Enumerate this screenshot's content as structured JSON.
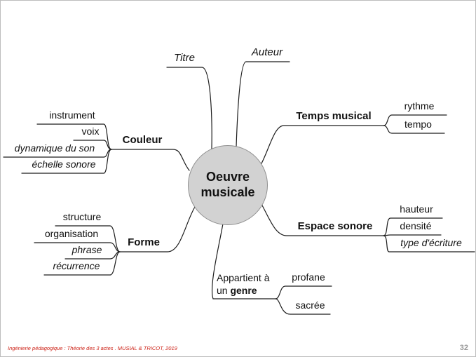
{
  "mindmap": {
    "center": {
      "line1": "Oeuvre",
      "line2": "musicale"
    },
    "branches": {
      "titre": {
        "label": "Titre"
      },
      "auteur": {
        "label": "Auteur"
      },
      "temps_musical": {
        "label": "Temps musical",
        "children": [
          {
            "label": "rythme"
          },
          {
            "label": "tempo"
          }
        ]
      },
      "espace_sonore": {
        "label": "Espace sonore",
        "children": [
          {
            "label": "hauteur"
          },
          {
            "label": "densité"
          },
          {
            "label": "type d'écriture"
          }
        ]
      },
      "couleur": {
        "label": "Couleur",
        "children": [
          {
            "label": "instrument"
          },
          {
            "label": "voix"
          },
          {
            "label": "dynamique du son"
          },
          {
            "label": "échelle sonore"
          }
        ]
      },
      "forme": {
        "label": "Forme",
        "children": [
          {
            "label": "structure"
          },
          {
            "label": "organisation"
          },
          {
            "label": "phrase"
          },
          {
            "label": "récurrence"
          }
        ]
      },
      "genre": {
        "line1": "Appartient à",
        "line2_prefix": "un ",
        "line2_bold": "genre",
        "children": [
          {
            "label": "profane"
          },
          {
            "label": "sacrée"
          }
        ]
      }
    },
    "colors": {
      "center_fill": "#d2d2d2",
      "center_stroke": "#8f8f8f",
      "line": "#1c1c1c",
      "footer_red": "#cc2015",
      "page_gray": "#9a9a9a"
    }
  },
  "footer": {
    "credit": "Ingénierie pédagogique : Théorie des 3 actes . MUSIAL & TRICOT, 2019",
    "page_number": "32"
  }
}
